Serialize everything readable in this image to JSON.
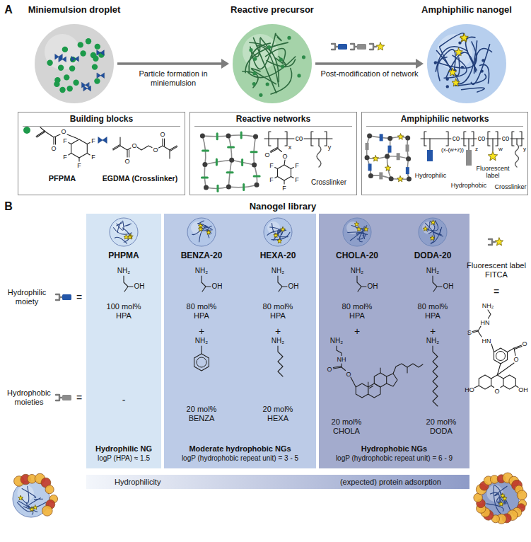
{
  "diagram": {
    "nodes": [
      {
        "text": [
          "Miniemulsion droplet"
        ]
      },
      {
        "text": [
          "Reactive precursor"
        ]
      },
      {
        "text": [
          "Amphiphilic nanogel"
        ]
      },
      {
        "text": [
          "Building blocks"
        ]
      },
      {
        "text": [
          "Reactive networks"
        ]
      },
      {
        "text": [
          "Amphiphilic networks"
        ]
      },
      {
        "text": [
          "Hydrophilic NG",
          "logP (HPA) ≈ 1.5"
        ]
      },
      {
        "text": [
          "Moderate hydrophobic NGs",
          "logP (hydrophobic repeat unit) = 3 - 5"
        ]
      },
      {
        "text": [
          "Hydrophobic NGs",
          "logP (hydrophobic repeat unit) = 6 - 9"
        ]
      },
      {
        "text": [
          "Hydrophilicity",
          "(expected) protein adsorption"
        ]
      }
    ],
    "edges": [
      {
        "from": 0,
        "to": 1,
        "arrow": "to",
        "label": "Particle formation in miniemulsion"
      },
      {
        "from": 1,
        "to": 2,
        "arrow": "to",
        "label": "Post-modification of network"
      }
    ],
    "labels": [
      "A",
      "PFPMA",
      "EGDMA (Crosslinker)",
      "O",
      "O",
      "F",
      "F",
      "F",
      "F",
      "F",
      "O",
      "O",
      "O",
      "O",
      "co",
      "x",
      "y",
      "O",
      "O",
      "F",
      "F",
      "F",
      "F",
      "F",
      "Crosslinker",
      "co",
      "co",
      "co",
      "(x-(w+z))",
      "z",
      "w",
      "y",
      "Hydrophilic",
      "Hydrophobic",
      "Fluorescent label",
      "Crosslinker",
      "B",
      "Nanogel library",
      "PHPMA",
      "BENZA-20",
      "HEXA-20",
      "CHOLA-20",
      "DODA-20",
      "Hydrophilic moiety",
      "=",
      "Hydrophobic moieties",
      "=",
      "NH₂",
      "OH",
      "100 mol% HPA",
      "-",
      "NH₂",
      "OH",
      "80 mol% HPA",
      "+",
      "NH₂",
      "20 mol% BENZA",
      "NH₂",
      "OH",
      "80 mol% HPA",
      "+",
      "NH₂",
      "20 mol% HEXA",
      "NH₂",
      "OH",
      "80 mol% HPA",
      "+",
      "NH₂",
      "NH",
      "O",
      "O",
      "20 mol% CHOLA",
      "NH₂",
      "OH",
      "80 mol% HPA",
      "+",
      "NH₂",
      "20 mol% DODA",
      "Fluorescent label FITCA",
      "=",
      "NH₂",
      "HN",
      "S",
      "HN",
      "O",
      "O",
      "HO",
      "O",
      "OH"
    ]
  }
}
